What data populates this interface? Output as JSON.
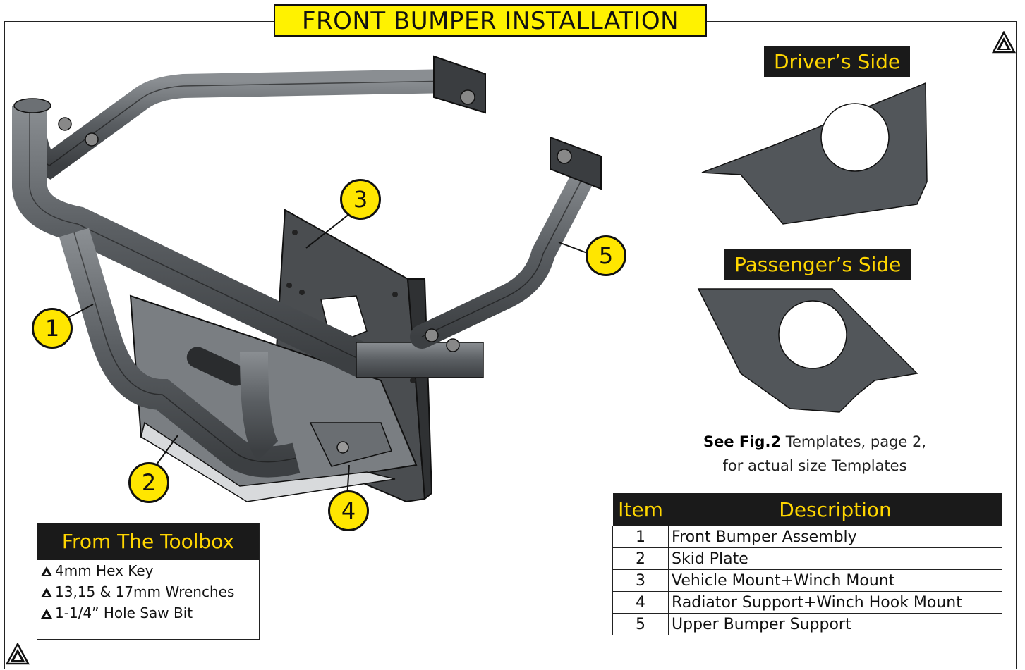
{
  "page": {
    "title": "FRONT BUMPER INSTALLATION"
  },
  "templates": {
    "driver_label": "Driver’s Side",
    "passenger_label": "Passenger’s Side",
    "note_bold": "See Fig.2",
    "note_line1": "Templates, page 2,",
    "note_line2": "for actual size Templates"
  },
  "callouts": [
    "1",
    "2",
    "3",
    "4",
    "5"
  ],
  "toolbox": {
    "heading": "From The Toolbox",
    "items": [
      "4mm Hex Key",
      "13,15 & 17mm Wrenches",
      "1-1/4” Hole Saw Bit"
    ],
    "bullet_icon": "brand-logo-icon"
  },
  "parts_table": {
    "headers": [
      "Item",
      "Description"
    ],
    "rows": [
      {
        "item": "1",
        "description": "Front Bumper Assembly"
      },
      {
        "item": "2",
        "description": "Skid Plate"
      },
      {
        "item": "3",
        "description": "Vehicle Mount+Winch Mount"
      },
      {
        "item": "4",
        "description": "Radiator Support+Winch Hook Mount"
      },
      {
        "item": "5",
        "description": "Upper Bumper Support"
      }
    ]
  },
  "colors": {
    "accent_yellow": "#fff200",
    "callout_yellow": "#ffe600",
    "label_background": "#1a1a1a",
    "label_text": "#ffd600",
    "part_gray": "#5a5e62"
  }
}
